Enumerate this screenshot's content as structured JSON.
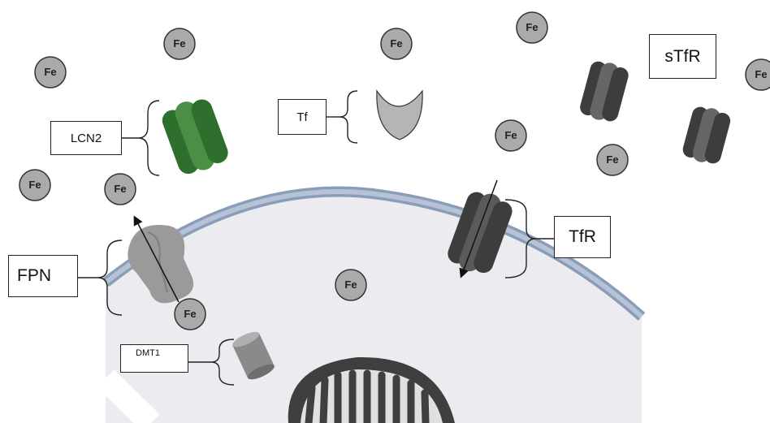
{
  "labels": {
    "lcn2": "LCN2",
    "tf": "Tf",
    "stfr": "sTfR",
    "fpn": "FPN",
    "tfr": "TfR",
    "dmt1": "DMT1"
  },
  "iron_symbol": "Fe",
  "colors": {
    "cytoplasm": "#ececf0",
    "membrane_outer": "#8a9db8",
    "membrane_inner": "#b6c3d6",
    "iron_fill": "#aaaaaa",
    "lcn2_green": "#3d7d3a",
    "transporter_dark": "#4a4a4a",
    "transporter_gray": "#a0a0a0"
  }
}
